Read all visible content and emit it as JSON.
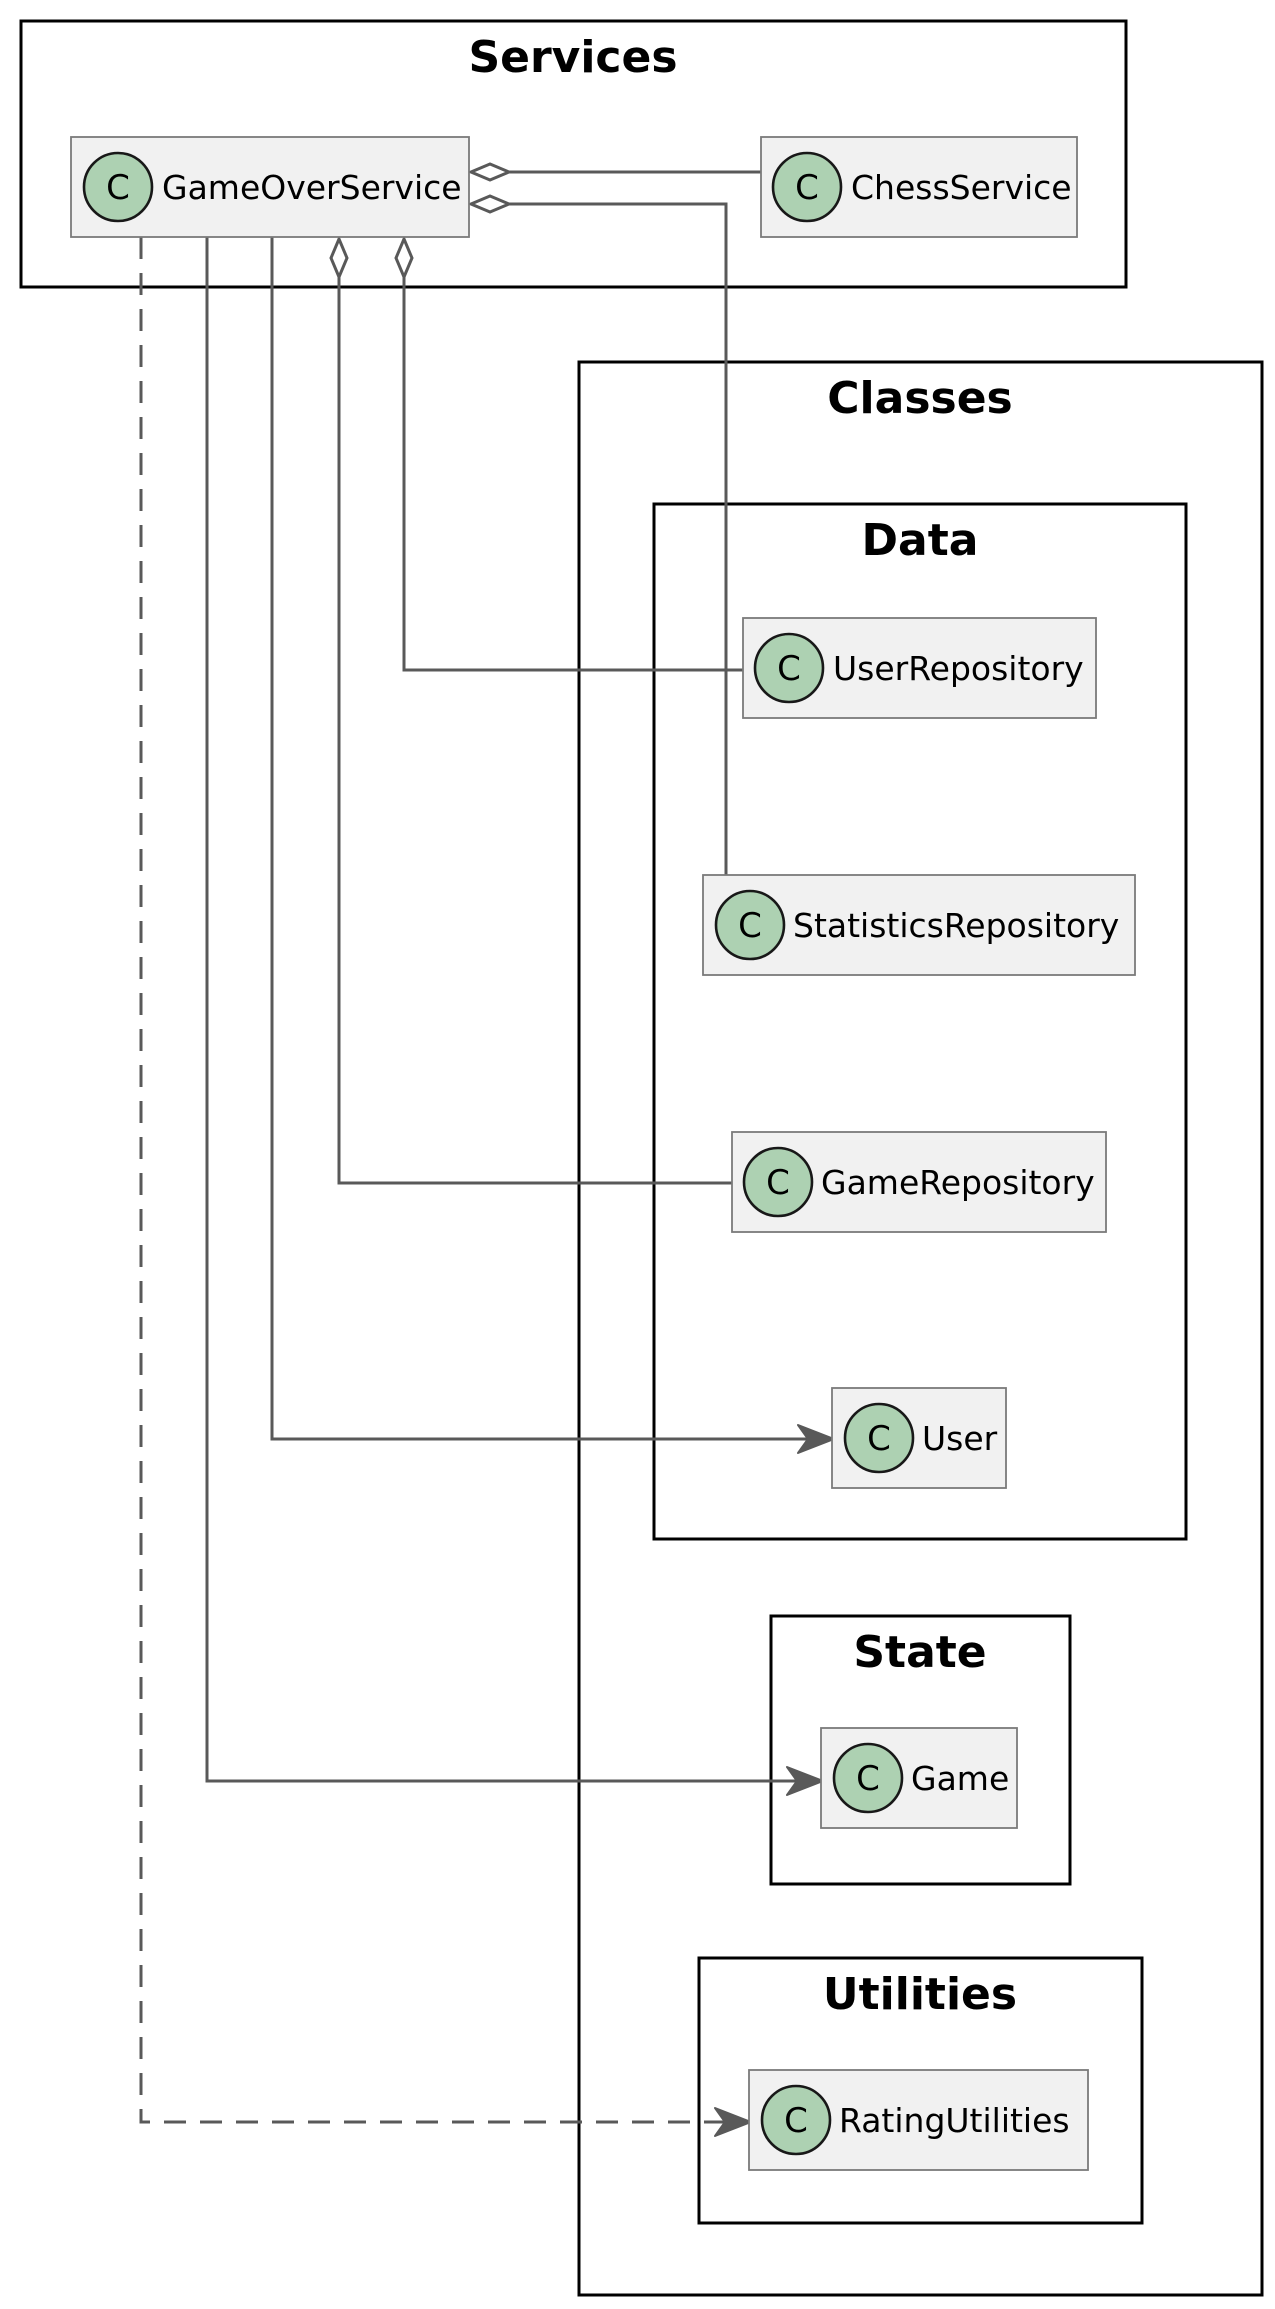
{
  "packages": {
    "services": "Services",
    "classes": "Classes",
    "data": "Data",
    "state": "State",
    "utilities": "Utilities"
  },
  "classes": {
    "game_over_service": {
      "name": "GameOverService",
      "stereotype": "C"
    },
    "chess_service": {
      "name": "ChessService",
      "stereotype": "C"
    },
    "user_repository": {
      "name": "UserRepository",
      "stereotype": "C"
    },
    "statistics_repository": {
      "name": "StatisticsRepository",
      "stereotype": "C"
    },
    "game_repository": {
      "name": "GameRepository",
      "stereotype": "C"
    },
    "user": {
      "name": "User",
      "stereotype": "C"
    },
    "game": {
      "name": "Game",
      "stereotype": "C"
    },
    "rating_utilities": {
      "name": "RatingUtilities",
      "stereotype": "C"
    }
  },
  "relations": [
    {
      "from": "ChessService",
      "to": "GameOverService",
      "kind": "aggregation"
    },
    {
      "from": "StatisticsRepository",
      "to": "GameOverService",
      "kind": "aggregation"
    },
    {
      "from": "GameRepository",
      "to": "GameOverService",
      "kind": "aggregation"
    },
    {
      "from": "UserRepository",
      "to": "GameOverService",
      "kind": "aggregation"
    },
    {
      "from": "GameOverService",
      "to": "User",
      "kind": "association"
    },
    {
      "from": "GameOverService",
      "to": "Game",
      "kind": "association"
    },
    {
      "from": "GameOverService",
      "to": "RatingUtilities",
      "kind": "dependency"
    }
  ],
  "colors": {
    "class_fill": "#f1f1f1",
    "class_border": "#7a7a7a",
    "stereotype_circle": "#add1b2",
    "edge": "#595959",
    "package_border": "#000000"
  }
}
